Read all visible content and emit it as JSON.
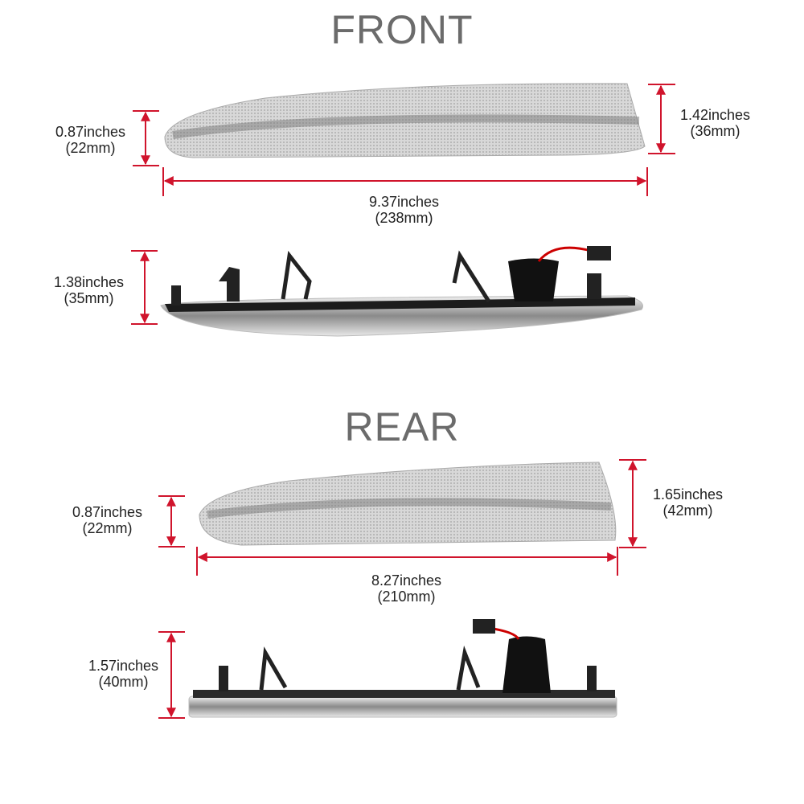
{
  "sections": {
    "front": {
      "title": "FRONT",
      "left_height": {
        "inches": "0.87inches",
        "mm": "(22mm)"
      },
      "right_height": {
        "inches": "1.42inches",
        "mm": "(36mm)"
      },
      "length": {
        "inches": "9.37inches",
        "mm": "(238mm)"
      },
      "side_height": {
        "inches": "1.38inches",
        "mm": "(35mm)"
      }
    },
    "rear": {
      "title": "REAR",
      "left_height": {
        "inches": "0.87inches",
        "mm": "(22mm)"
      },
      "right_height": {
        "inches": "1.65inches",
        "mm": "(42mm)"
      },
      "length": {
        "inches": "8.27inches",
        "mm": "(210mm)"
      },
      "side_height": {
        "inches": "1.57inches",
        "mm": "(40mm)"
      }
    }
  },
  "colors": {
    "dimension": "#d0142c",
    "title": "#6b6b6b"
  }
}
